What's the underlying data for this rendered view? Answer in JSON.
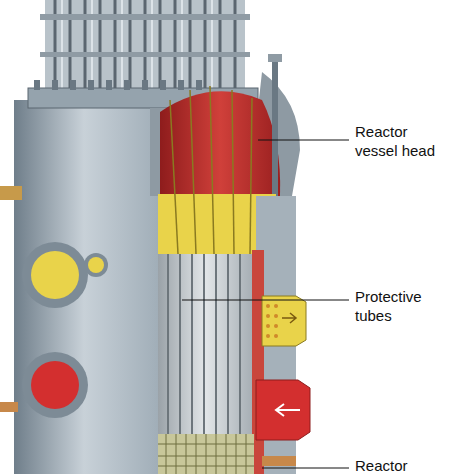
{
  "diagram": {
    "labels": [
      "Reactor vessel head",
      "Protective tubes",
      "Reactor"
    ]
  }
}
